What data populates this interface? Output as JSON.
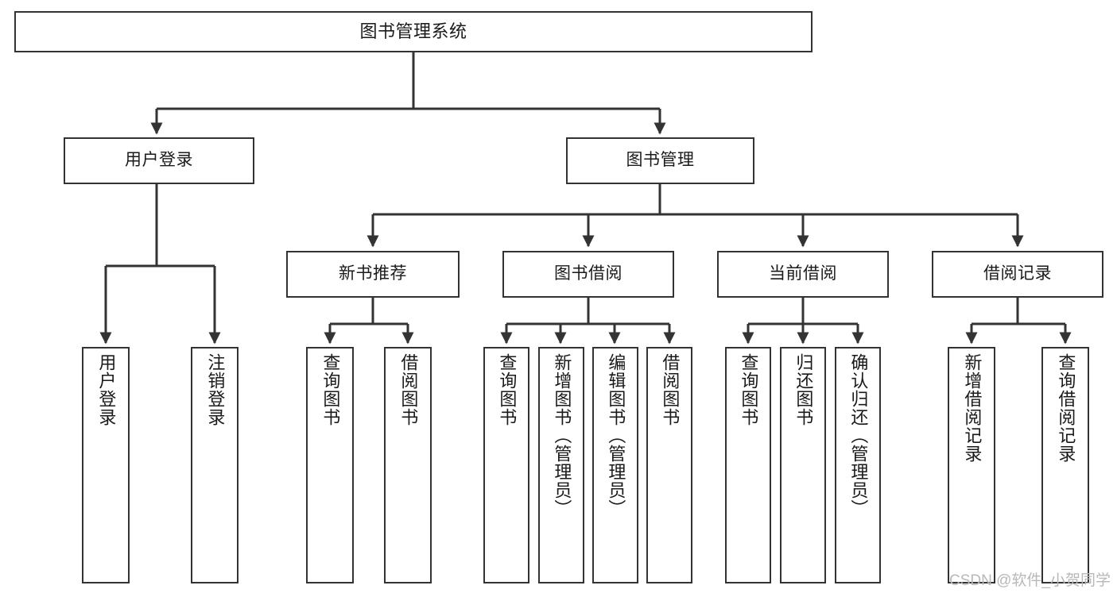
{
  "diagram": {
    "title": "图书管理系统",
    "type": "tree-hierarchy-chart",
    "watermark": "CSDN @软件_小贺同学",
    "colors": {
      "stroke": "#333333",
      "fill": "#ffffff",
      "text": "#1a1a1a",
      "watermark": "#b8b8b8"
    },
    "root": {
      "id": "root",
      "label": "图书管理系统"
    },
    "level2": [
      {
        "id": "user-login",
        "label": "用户登录"
      },
      {
        "id": "book-manage",
        "label": "图书管理"
      }
    ],
    "level3": [
      {
        "id": "new-book-recommend",
        "label": "新书推荐"
      },
      {
        "id": "book-borrow",
        "label": "图书借阅"
      },
      {
        "id": "current-borrow",
        "label": "当前借阅"
      },
      {
        "id": "borrow-record",
        "label": "借阅记录"
      }
    ],
    "leaves": [
      {
        "id": "leaf-user-login",
        "label": "用户登录",
        "parent": "user-login"
      },
      {
        "id": "leaf-logout-login",
        "label": "注销登录",
        "parent": "user-login"
      },
      {
        "id": "leaf-query-book-1",
        "label": "查询图书",
        "parent": "new-book-recommend"
      },
      {
        "id": "leaf-borrow-book-1",
        "label": "借阅图书",
        "parent": "new-book-recommend"
      },
      {
        "id": "leaf-query-book-2",
        "label": "查询图书",
        "parent": "book-borrow"
      },
      {
        "id": "leaf-add-book",
        "label": "新增图书（管理员）",
        "parent": "book-borrow"
      },
      {
        "id": "leaf-edit-book",
        "label": "编辑图书（管理员）",
        "parent": "book-borrow"
      },
      {
        "id": "leaf-borrow-book-2",
        "label": "借阅图书",
        "parent": "book-borrow"
      },
      {
        "id": "leaf-query-book-3",
        "label": "查询图书",
        "parent": "current-borrow"
      },
      {
        "id": "leaf-return-book",
        "label": "归还图书",
        "parent": "current-borrow"
      },
      {
        "id": "leaf-confirm-return",
        "label": "确认归还（管理员）",
        "parent": "current-borrow"
      },
      {
        "id": "leaf-add-record",
        "label": "新增借阅记录",
        "parent": "borrow-record"
      },
      {
        "id": "leaf-query-record",
        "label": "查询借阅记录",
        "parent": "borrow-record"
      }
    ]
  }
}
